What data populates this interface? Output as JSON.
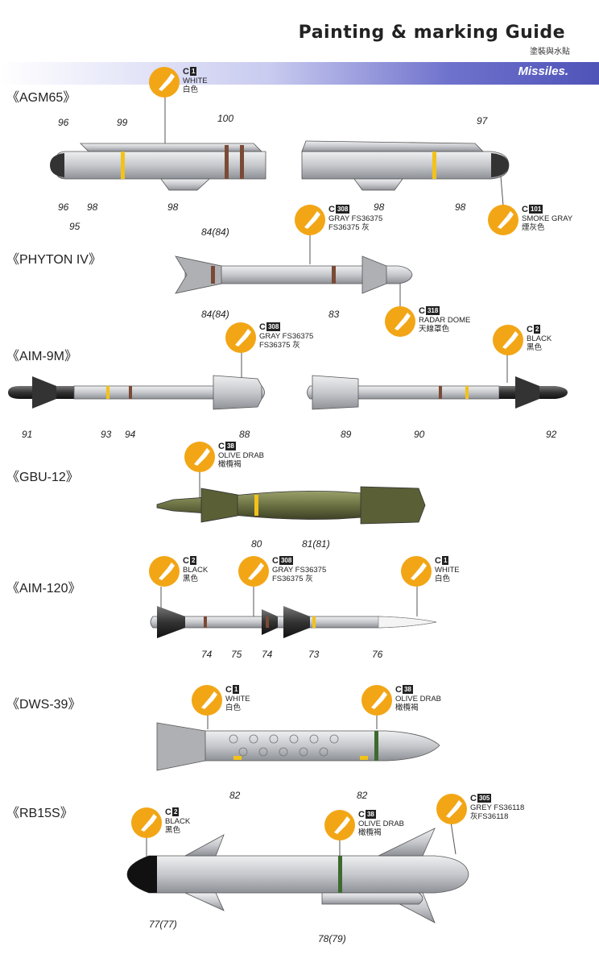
{
  "header": {
    "title": "Painting & marking Guide",
    "subtitle": "塗裝與水貼",
    "banner": "Missiles."
  },
  "sections": [
    {
      "label": "《AGM65》"
    },
    {
      "label": "《PHYTON IV》"
    },
    {
      "label": "《AIM-9M》"
    },
    {
      "label": "《GBU-12》"
    },
    {
      "label": "《AIM-120》"
    },
    {
      "label": "《DWS-39》"
    },
    {
      "label": "《RB15S》"
    }
  ],
  "callouts": [
    {
      "code": "C",
      "num": "1",
      "l1": "WHITE",
      "l2": "白色",
      "l3": ""
    },
    {
      "code": "C",
      "num": "101",
      "l1": "SMOKE GRAY",
      "l2": "煙灰色",
      "l3": ""
    },
    {
      "code": "C",
      "num": "308",
      "l1": "GRAY FS36375",
      "l2": "FS36375 灰",
      "l3": ""
    },
    {
      "code": "C",
      "num": "318",
      "l1": "RADAR DOME",
      "l2": "天線罩色",
      "l3": ""
    },
    {
      "code": "C",
      "num": "308",
      "l1": "GRAY FS36375",
      "l2": "FS36375 灰",
      "l3": ""
    },
    {
      "code": "C",
      "num": "2",
      "l1": "BLACK",
      "l2": "黑色",
      "l3": ""
    },
    {
      "code": "C",
      "num": "38",
      "l1": "OLIVE DRAB",
      "l2": "橄欖褐",
      "l3": ""
    },
    {
      "code": "C",
      "num": "2",
      "l1": "BLACK",
      "l2": "黑色",
      "l3": ""
    },
    {
      "code": "C",
      "num": "308",
      "l1": "GRAY FS36375",
      "l2": "FS36375 灰",
      "l3": ""
    },
    {
      "code": "C",
      "num": "1",
      "l1": "WHITE",
      "l2": "白色",
      "l3": ""
    },
    {
      "code": "C",
      "num": "1",
      "l1": "WHITE",
      "l2": "白色",
      "l3": ""
    },
    {
      "code": "C",
      "num": "38",
      "l1": "OLIVE DRAB",
      "l2": "橄欖褐",
      "l3": ""
    },
    {
      "code": "C",
      "num": "2",
      "l1": "BLACK",
      "l2": "黑色",
      "l3": ""
    },
    {
      "code": "C",
      "num": "38",
      "l1": "OLIVE DRAB",
      "l2": "橄欖褐",
      "l3": ""
    },
    {
      "code": "C",
      "num": "305",
      "l1": "GREY FS36118",
      "l2": "灰FS36118",
      "l3": ""
    }
  ],
  "numbers": {
    "agm": [
      "96",
      "99",
      "100",
      "97",
      "96",
      "98",
      "98",
      "95",
      "98",
      "98"
    ],
    "phyton": [
      "84(84)",
      "84(84)",
      "83"
    ],
    "aim9": [
      "91",
      "93",
      "94",
      "88",
      "89",
      "90",
      "92"
    ],
    "gbu": [
      "80",
      "81(81)"
    ],
    "aim120": [
      "74",
      "75",
      "74",
      "73",
      "76"
    ],
    "dws": [
      "82",
      "82"
    ],
    "rb": [
      "77(77)",
      "78(79)"
    ]
  },
  "colors": {
    "badge": "#f2a616",
    "banner": "#5b5fbf",
    "missile_gray": "#c9cbcf",
    "olive": "#6b7142",
    "black": "#222222",
    "stripe_yellow": "#f2c21a",
    "stripe_brown": "#7a4a36"
  },
  "icons": {
    "badge_icon": "paint-brush-icon"
  }
}
